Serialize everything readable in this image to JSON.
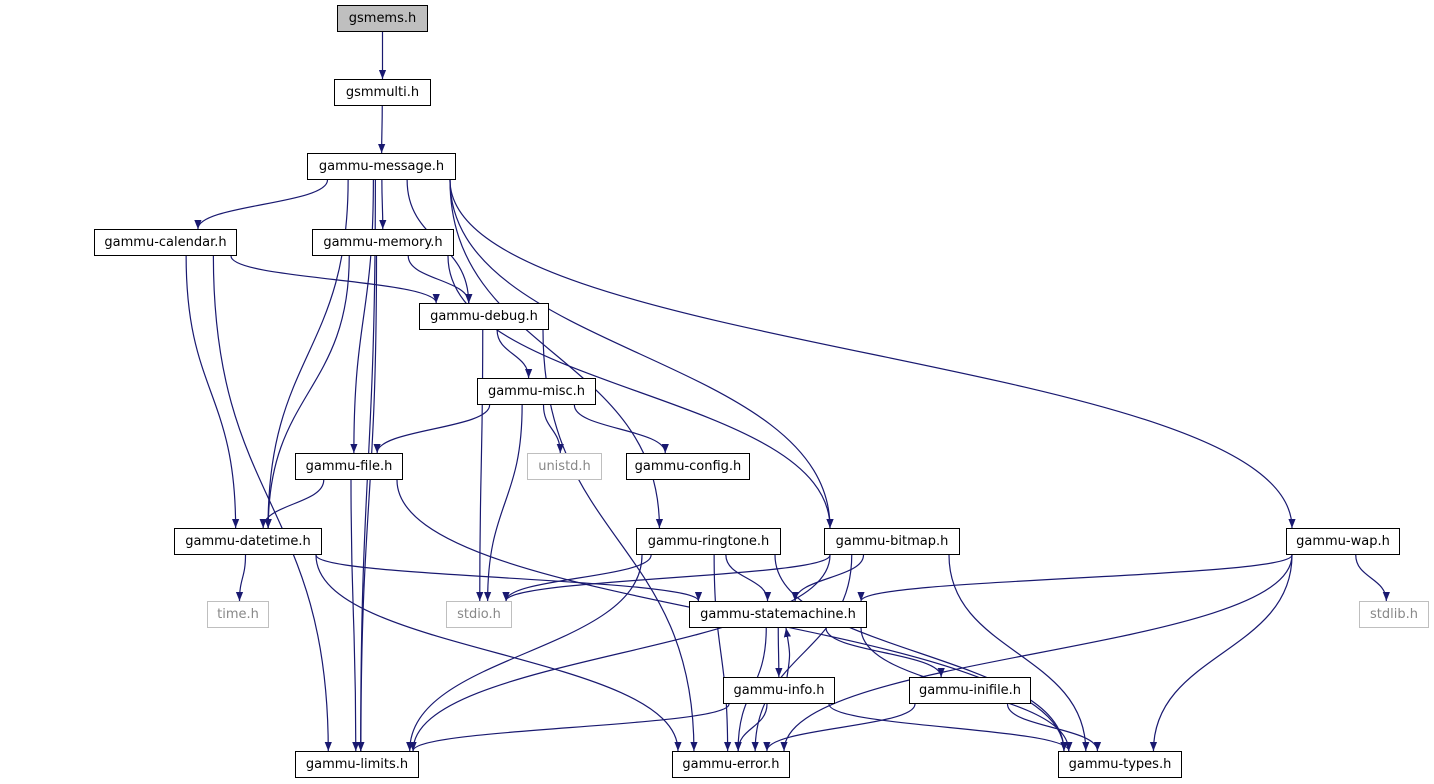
{
  "colors": {
    "edge": "#191970",
    "root_fill": "#bfbfbf",
    "system_border": "#bfbfbf",
    "system_text": "#888888",
    "node_border": "#000000"
  },
  "nodes": {
    "gsmems": {
      "label": "gsmems.h",
      "kind": "root"
    },
    "gsmmulti": {
      "label": "gsmmulti.h",
      "kind": "header"
    },
    "gammu_message": {
      "label": "gammu-message.h",
      "kind": "header"
    },
    "gammu_calendar": {
      "label": "gammu-calendar.h",
      "kind": "header"
    },
    "gammu_memory": {
      "label": "gammu-memory.h",
      "kind": "header"
    },
    "gammu_debug": {
      "label": "gammu-debug.h",
      "kind": "header"
    },
    "gammu_misc": {
      "label": "gammu-misc.h",
      "kind": "header"
    },
    "gammu_file": {
      "label": "gammu-file.h",
      "kind": "header"
    },
    "unistd": {
      "label": "unistd.h",
      "kind": "system"
    },
    "gammu_config": {
      "label": "gammu-config.h",
      "kind": "header"
    },
    "gammu_datetime": {
      "label": "gammu-datetime.h",
      "kind": "header"
    },
    "gammu_ringtone": {
      "label": "gammu-ringtone.h",
      "kind": "header"
    },
    "gammu_bitmap": {
      "label": "gammu-bitmap.h",
      "kind": "header"
    },
    "gammu_wap": {
      "label": "gammu-wap.h",
      "kind": "header"
    },
    "time": {
      "label": "time.h",
      "kind": "system"
    },
    "stdio": {
      "label": "stdio.h",
      "kind": "system"
    },
    "gammu_statemachine": {
      "label": "gammu-statemachine.h",
      "kind": "header"
    },
    "stdlib": {
      "label": "stdlib.h",
      "kind": "system"
    },
    "gammu_info": {
      "label": "gammu-info.h",
      "kind": "header"
    },
    "gammu_inifile": {
      "label": "gammu-inifile.h",
      "kind": "header"
    },
    "gammu_limits": {
      "label": "gammu-limits.h",
      "kind": "header"
    },
    "gammu_error": {
      "label": "gammu-error.h",
      "kind": "header"
    },
    "gammu_types": {
      "label": "gammu-types.h",
      "kind": "header"
    }
  },
  "edges": [
    [
      "gsmems",
      "gsmmulti"
    ],
    [
      "gsmmulti",
      "gammu_message"
    ],
    [
      "gammu_message",
      "gammu_limits"
    ],
    [
      "gammu_message",
      "gammu_datetime"
    ],
    [
      "gammu_message",
      "gammu_calendar"
    ],
    [
      "gammu_message",
      "gammu_file"
    ],
    [
      "gammu_message",
      "gammu_memory"
    ],
    [
      "gammu_message",
      "gammu_debug"
    ],
    [
      "gammu_message",
      "gammu_ringtone"
    ],
    [
      "gammu_message",
      "gammu_bitmap"
    ],
    [
      "gammu_message",
      "gammu_wap"
    ],
    [
      "gammu_calendar",
      "gammu_limits"
    ],
    [
      "gammu_calendar",
      "gammu_datetime"
    ],
    [
      "gammu_calendar",
      "gammu_debug"
    ],
    [
      "gammu_memory",
      "gammu_limits"
    ],
    [
      "gammu_memory",
      "gammu_datetime"
    ],
    [
      "gammu_memory",
      "gammu_debug"
    ],
    [
      "gammu_memory",
      "gammu_bitmap"
    ],
    [
      "gammu_debug",
      "stdio"
    ],
    [
      "gammu_debug",
      "gammu_misc"
    ],
    [
      "gammu_debug",
      "gammu_error"
    ],
    [
      "gammu_misc",
      "gammu_file"
    ],
    [
      "gammu_misc",
      "stdio"
    ],
    [
      "gammu_misc",
      "unistd"
    ],
    [
      "gammu_misc",
      "gammu_config"
    ],
    [
      "gammu_file",
      "gammu_datetime"
    ],
    [
      "gammu_file",
      "gammu_limits"
    ],
    [
      "gammu_file",
      "gammu_types"
    ],
    [
      "gammu_datetime",
      "time"
    ],
    [
      "gammu_datetime",
      "gammu_statemachine"
    ],
    [
      "gammu_datetime",
      "gammu_error"
    ],
    [
      "gammu_ringtone",
      "stdio"
    ],
    [
      "gammu_ringtone",
      "gammu_limits"
    ],
    [
      "gammu_ringtone",
      "gammu_statemachine"
    ],
    [
      "gammu_ringtone",
      "gammu_error"
    ],
    [
      "gammu_ringtone",
      "gammu_types"
    ],
    [
      "gammu_bitmap",
      "stdio"
    ],
    [
      "gammu_bitmap",
      "gammu_limits"
    ],
    [
      "gammu_bitmap",
      "gammu_statemachine"
    ],
    [
      "gammu_bitmap",
      "gammu_error"
    ],
    [
      "gammu_bitmap",
      "gammu_types"
    ],
    [
      "gammu_wap",
      "gammu_statemachine"
    ],
    [
      "gammu_wap",
      "stdlib"
    ],
    [
      "gammu_wap",
      "gammu_error"
    ],
    [
      "gammu_wap",
      "gammu_types"
    ],
    [
      "gammu_statemachine",
      "gammu_info"
    ],
    [
      "gammu_statemachine",
      "gammu_inifile"
    ],
    [
      "gammu_statemachine",
      "gammu_error"
    ],
    [
      "gammu_statemachine",
      "gammu_types"
    ],
    [
      "gammu_info",
      "gammu_statemachine"
    ],
    [
      "gammu_info",
      "gammu_limits"
    ],
    [
      "gammu_info",
      "gammu_error"
    ],
    [
      "gammu_info",
      "gammu_types"
    ],
    [
      "gammu_inifile",
      "gammu_error"
    ],
    [
      "gammu_inifile",
      "gammu_types"
    ]
  ]
}
